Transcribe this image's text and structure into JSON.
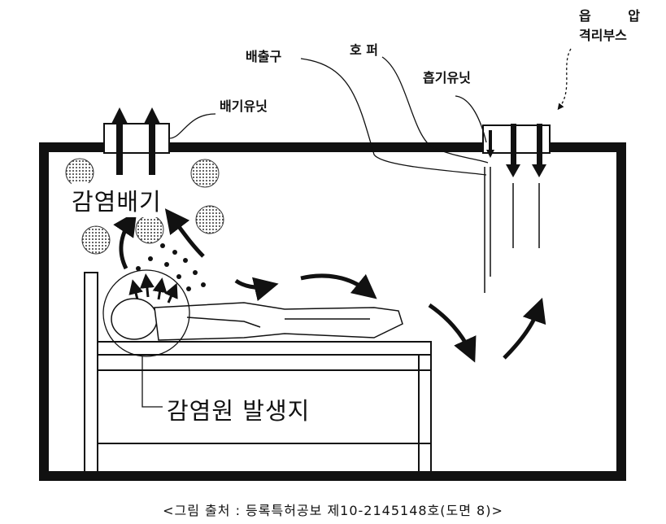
{
  "labels": {
    "outlet": "배출구",
    "hopper": "호 퍼",
    "intake_unit": "흡기유닛",
    "booth_line1": "읍 압",
    "booth_line2": "격리부스",
    "exhaust_unit": "배기유닛",
    "infected_exhaust": "감염배기",
    "infection_source": "감염원 발생지"
  },
  "caption": "<그림 출처 : 등록특허공보 제10-2145148호(도면 8)>"
}
